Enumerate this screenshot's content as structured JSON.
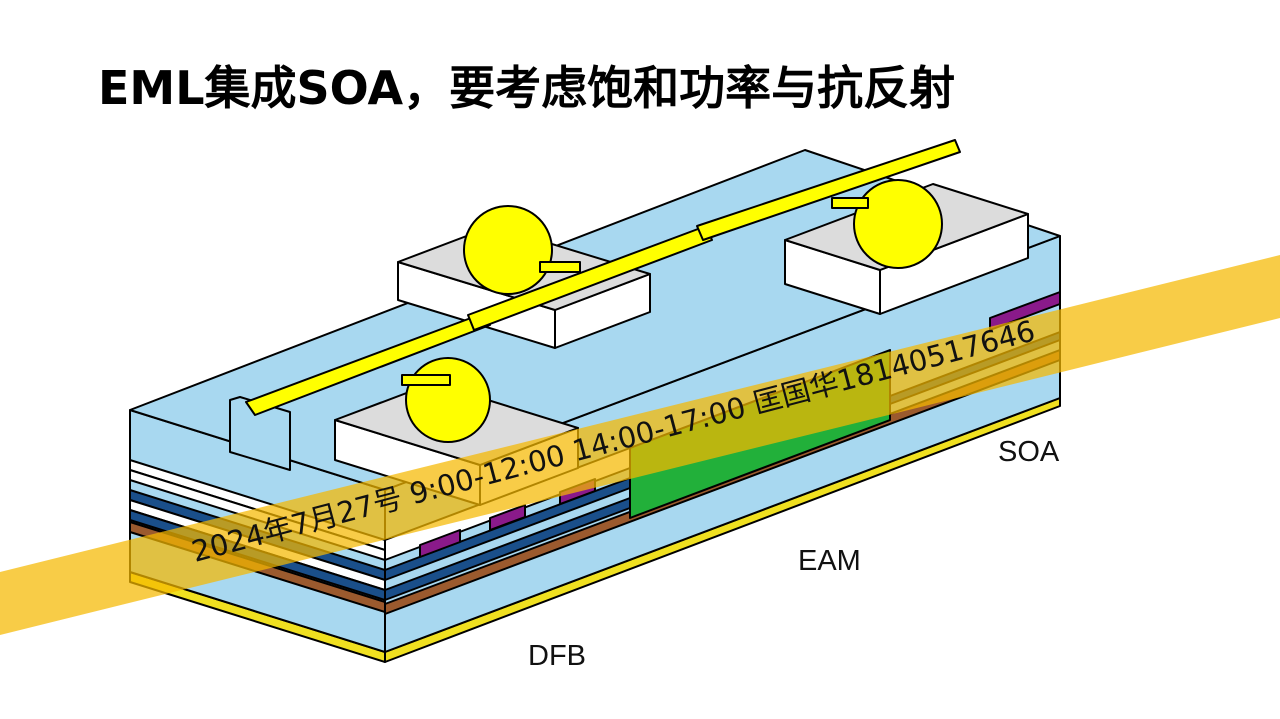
{
  "slide": {
    "title": "EML集成SOA，要考虑饱和功率与抗反射"
  },
  "diagram": {
    "labels": {
      "soa": "SOA",
      "eam": "EAM",
      "dfb": "DFB"
    },
    "watermark": "2024年7月27号   9:00-12:00   14:00-17:00    匡国华18140517646",
    "colors": {
      "cladding": "#a8d8f0",
      "pad_top": "#dcdcdc",
      "electrode": "#ffff00",
      "active_green": "#22b03a",
      "grating_purple": "#8a1a8a",
      "layer_dark_blue": "#1a4f8a",
      "layer_brown": "#9b5a2e",
      "substrate_yellow": "#f0e020",
      "watermark_band": "#f5b800"
    }
  }
}
